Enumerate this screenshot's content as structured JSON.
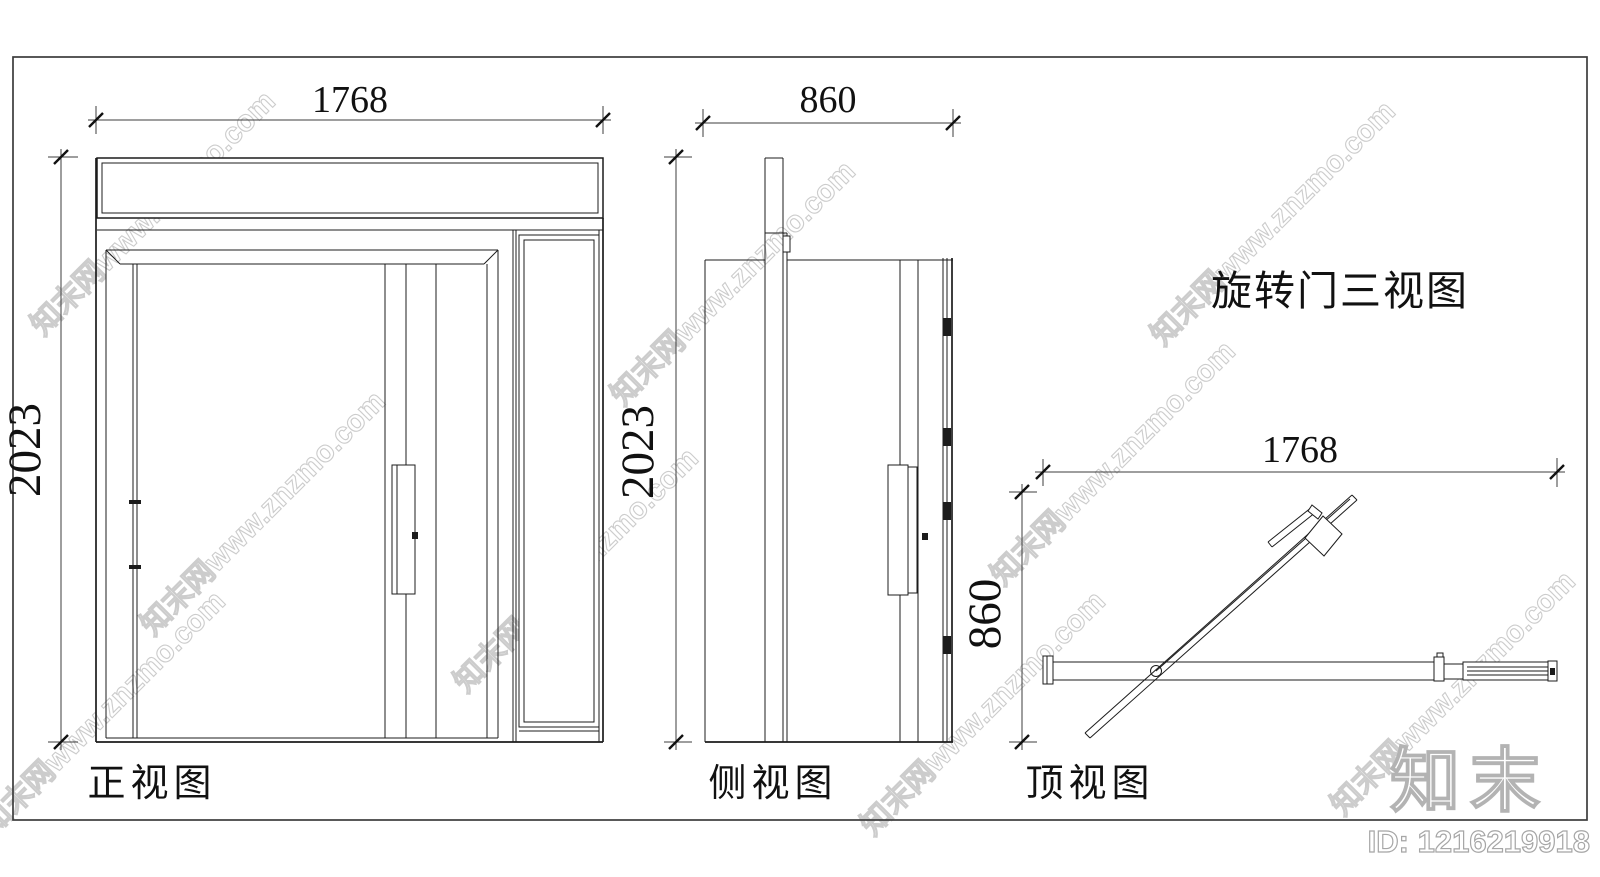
{
  "title": {
    "text": "旋转门三视图"
  },
  "views": {
    "front": {
      "label": "正视图",
      "width_dim": "1768",
      "height_dim": "2023"
    },
    "side": {
      "label": "侧视图",
      "width_dim": "860",
      "height_dim": "2023"
    },
    "top": {
      "label": "顶视图",
      "width_dim": "1768",
      "depth_dim": "860"
    }
  },
  "watermark": {
    "text": "知末网www.znzmo.com",
    "logo_text": "知末",
    "id_text": "ID: 1216219918"
  },
  "colors": {
    "line": "#1c1c1c",
    "dimension_line": "#3d3d3d",
    "watermark": "#c7c7c7",
    "border": "#3c3c3c",
    "id_outline": "#a6a6a6"
  }
}
